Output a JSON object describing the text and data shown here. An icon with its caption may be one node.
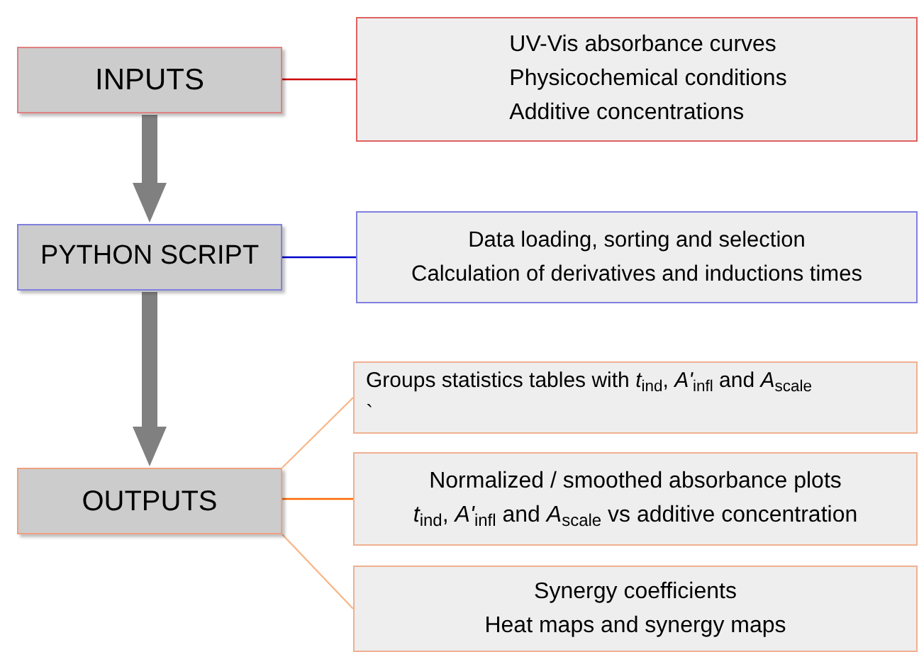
{
  "diagram": {
    "nodes": [
      {
        "text": [
          "INPUTS"
        ]
      },
      {
        "text": [
          "UV-Vis absorbance curves",
          "Physicochemical conditions",
          "Additive concentrations"
        ]
      },
      {
        "text": [
          "PYTHON SCRIPT"
        ]
      },
      {
        "text": [
          "Data loading, sorting and selection",
          "Calculation of derivatives and inductions times"
        ]
      },
      {
        "text": [
          "OUTPUTS"
        ]
      },
      {
        "text": [
          "Groups statistics tables with *t*$_{ind}$, *A'*$_{infl}$ and *A*$_{scale}$",
          "`"
        ]
      },
      {
        "text": [
          "Normalized / smoothed absorbance plots",
          "*t*$_{ind}$, *A'*$_{infl}$ and *A*$_{scale}$ vs additive concentration"
        ]
      },
      {
        "text": [
          "Synergy coefficients",
          "Heat maps and synergy maps"
        ]
      }
    ],
    "edges": [
      {
        "from": 0,
        "to": 1,
        "arrow": "none",
        "color": "#cc0000"
      },
      {
        "from": 2,
        "to": 3,
        "arrow": "none",
        "color": "#0000cc"
      },
      {
        "from": 4,
        "to": 5,
        "arrow": "none",
        "color": "#f8b88b"
      },
      {
        "from": 4,
        "to": 6,
        "arrow": "none",
        "color": "#ff6600"
      },
      {
        "from": 4,
        "to": 7,
        "arrow": "none",
        "color": "#f8b88b"
      },
      {
        "from": 0,
        "to": 2,
        "arrow": "to",
        "style": "thick",
        "color": "#808080"
      },
      {
        "from": 2,
        "to": 4,
        "arrow": "to",
        "style": "thick",
        "color": "#808080"
      }
    ]
  }
}
